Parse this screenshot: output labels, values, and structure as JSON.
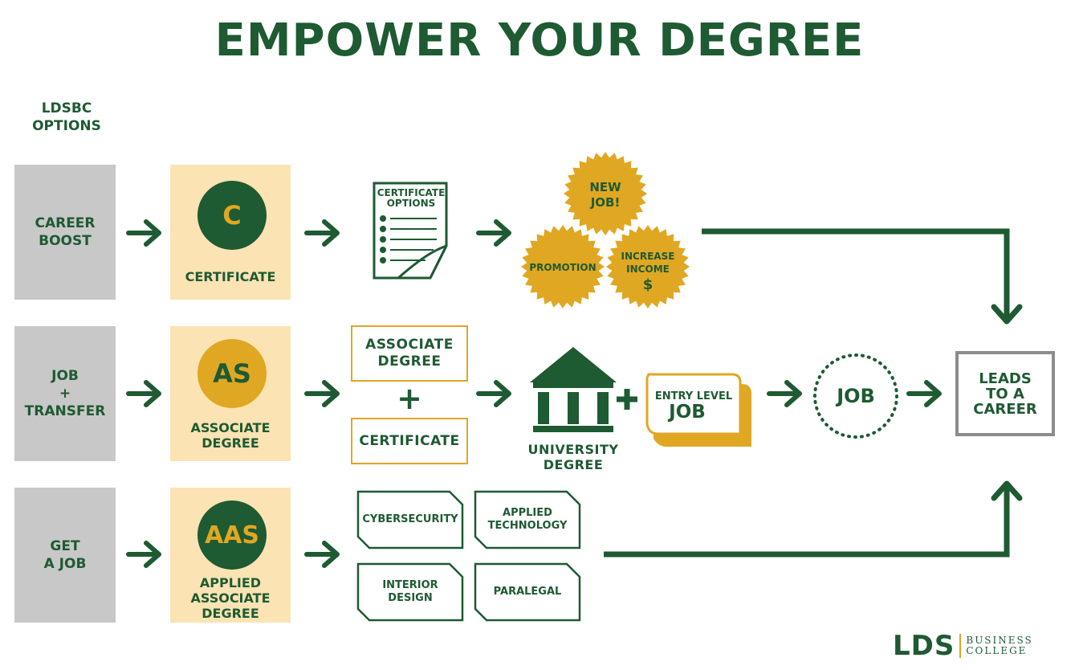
{
  "title": "EMPOWER YOUR DEGREE",
  "options_header": [
    "LDSBC",
    "OPTIONS"
  ],
  "rows": [
    {
      "option": [
        "CAREER",
        "BOOST"
      ],
      "degree_abbr": "C",
      "degree_label": [
        "CERTIFICATE"
      ]
    },
    {
      "option": [
        "JOB",
        "+",
        "TRANSFER"
      ],
      "degree_abbr": "AS",
      "degree_label": [
        "ASSOCIATE",
        "DEGREE"
      ]
    },
    {
      "option": [
        "GET",
        "A JOB"
      ],
      "degree_abbr": "AAS",
      "degree_label": [
        "APPLIED",
        "ASSOCIATE",
        "DEGREE"
      ]
    }
  ],
  "certificate_doc": [
    "CERTIFICATE",
    "OPTIONS"
  ],
  "outcomes": {
    "new_job": [
      "NEW",
      "JOB!"
    ],
    "promotion": "PROMOTION",
    "increase_income": [
      "INCREASE",
      "INCOME",
      "$"
    ]
  },
  "transfer": {
    "associate": [
      "ASSOCIATE",
      "DEGREE"
    ],
    "plus": "+",
    "certificate": "CERTIFICATE",
    "university": [
      "UNIVERSITY",
      "DEGREE"
    ],
    "plus2": "+",
    "entry_level": "ENTRY LEVEL",
    "entry_job": "JOB",
    "job": "JOB"
  },
  "programs": [
    [
      "CYBERSECURITY"
    ],
    [
      "APPLIED",
      "TECHNOLOGY"
    ],
    [
      "INTERIOR",
      "DESIGN"
    ],
    [
      "PARALEGAL"
    ]
  ],
  "destination": [
    "LEADS",
    "TO A",
    "CAREER"
  ],
  "logo": {
    "mark": "LDS",
    "line1": "BUSINESS",
    "line2": "COLLEGE"
  },
  "colors": {
    "green": "#1e5a32",
    "gold": "#e0a722",
    "cream": "#fbe3b3",
    "gray": "#c8c8c8"
  }
}
